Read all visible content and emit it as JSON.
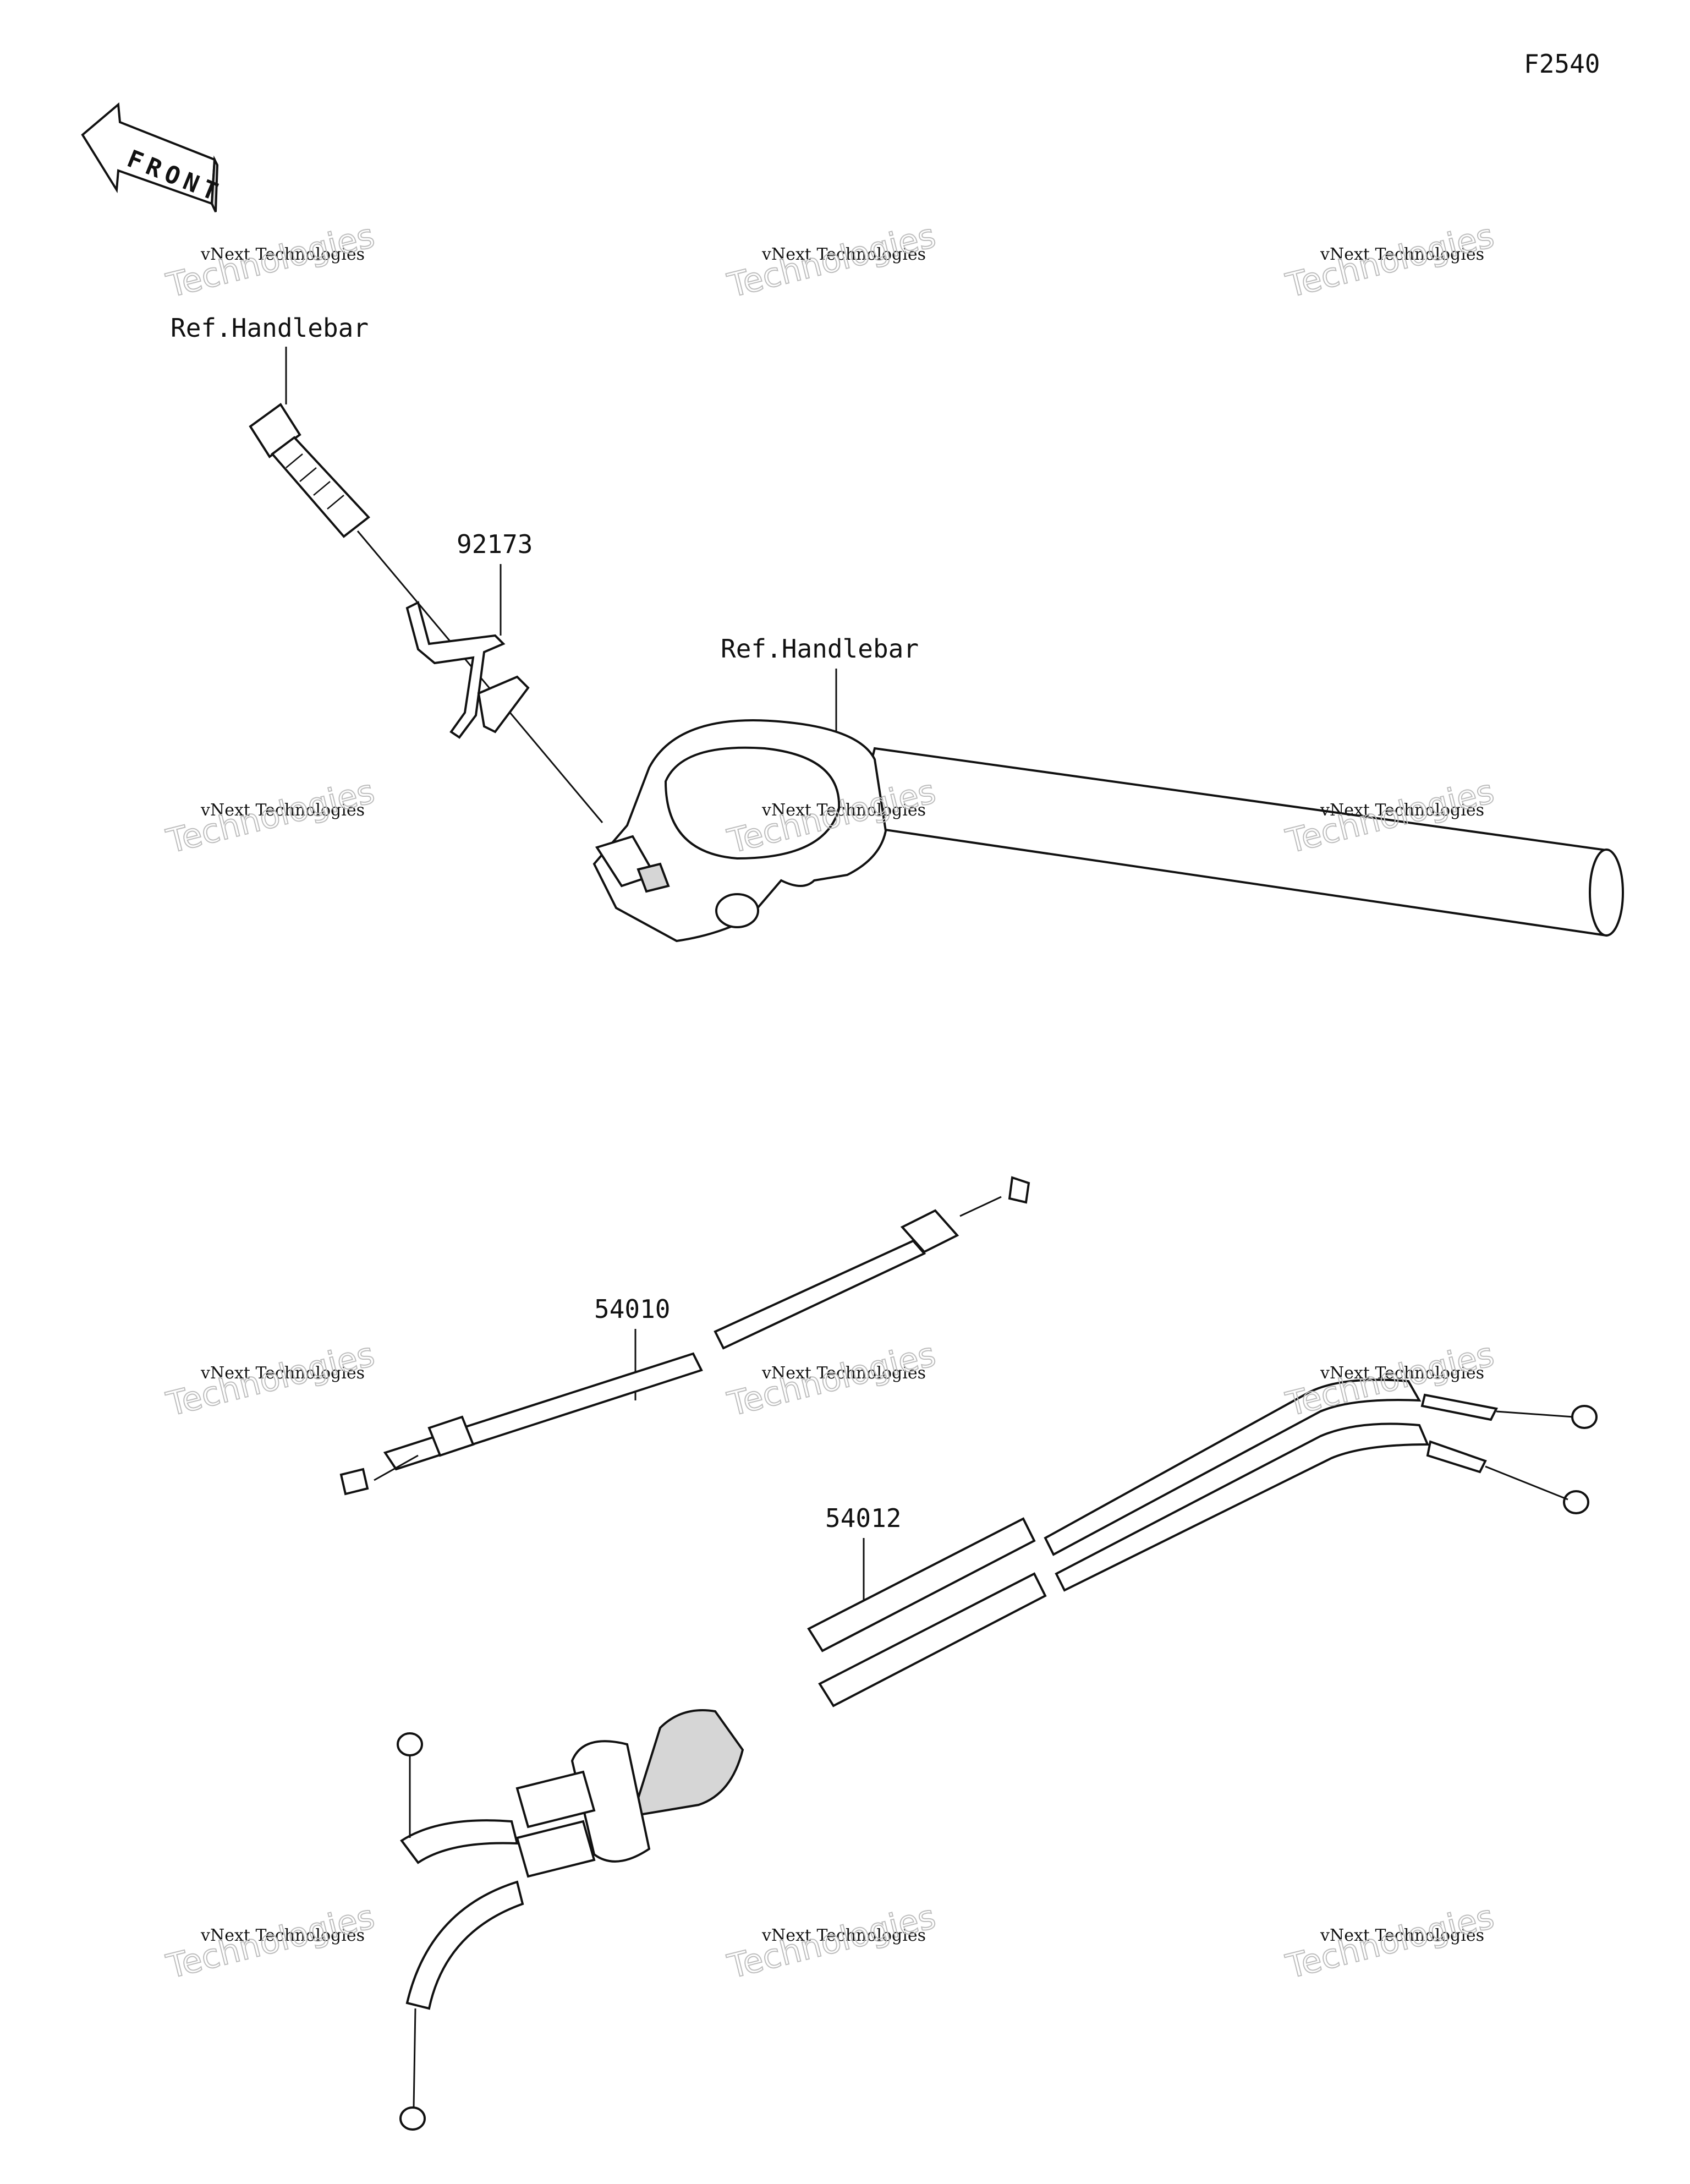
{
  "diagram_code": "F2540",
  "front_label": "FRONT",
  "labels": {
    "ref_handlebar_top": "Ref.Handlebar",
    "ref_handlebar_main": "Ref.Handlebar",
    "part_92173": "92173",
    "part_54010": "54010",
    "part_54012": "54012"
  },
  "watermark": {
    "line1": "vNext Technologies",
    "line2": "vNext",
    "line3": "Technologies"
  }
}
